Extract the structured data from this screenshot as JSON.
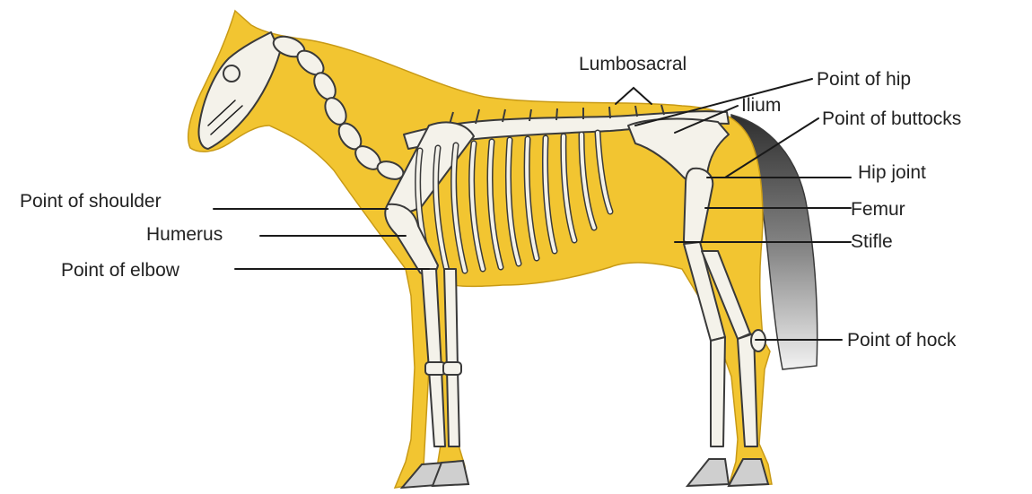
{
  "colors": {
    "coat": "#f2c531",
    "coat_outline": "#c89a16",
    "bone": "#f4f2ea",
    "bone_outline": "#3a3a3a",
    "tail_dark": "#3c3c3c",
    "label_text": "#222222"
  },
  "labels": {
    "lumbosacral": "Lumbosacral",
    "point_of_hip": "Point of hip",
    "ilium": "Ilium",
    "point_of_buttocks": "Point of buttocks",
    "hip_joint": "Hip joint",
    "femur": "Femur",
    "stifle": "Stifle",
    "point_of_hock": "Point of hock",
    "point_of_shoulder": "Point of shoulder",
    "humerus": "Humerus",
    "point_of_elbow": "Point of elbow"
  }
}
